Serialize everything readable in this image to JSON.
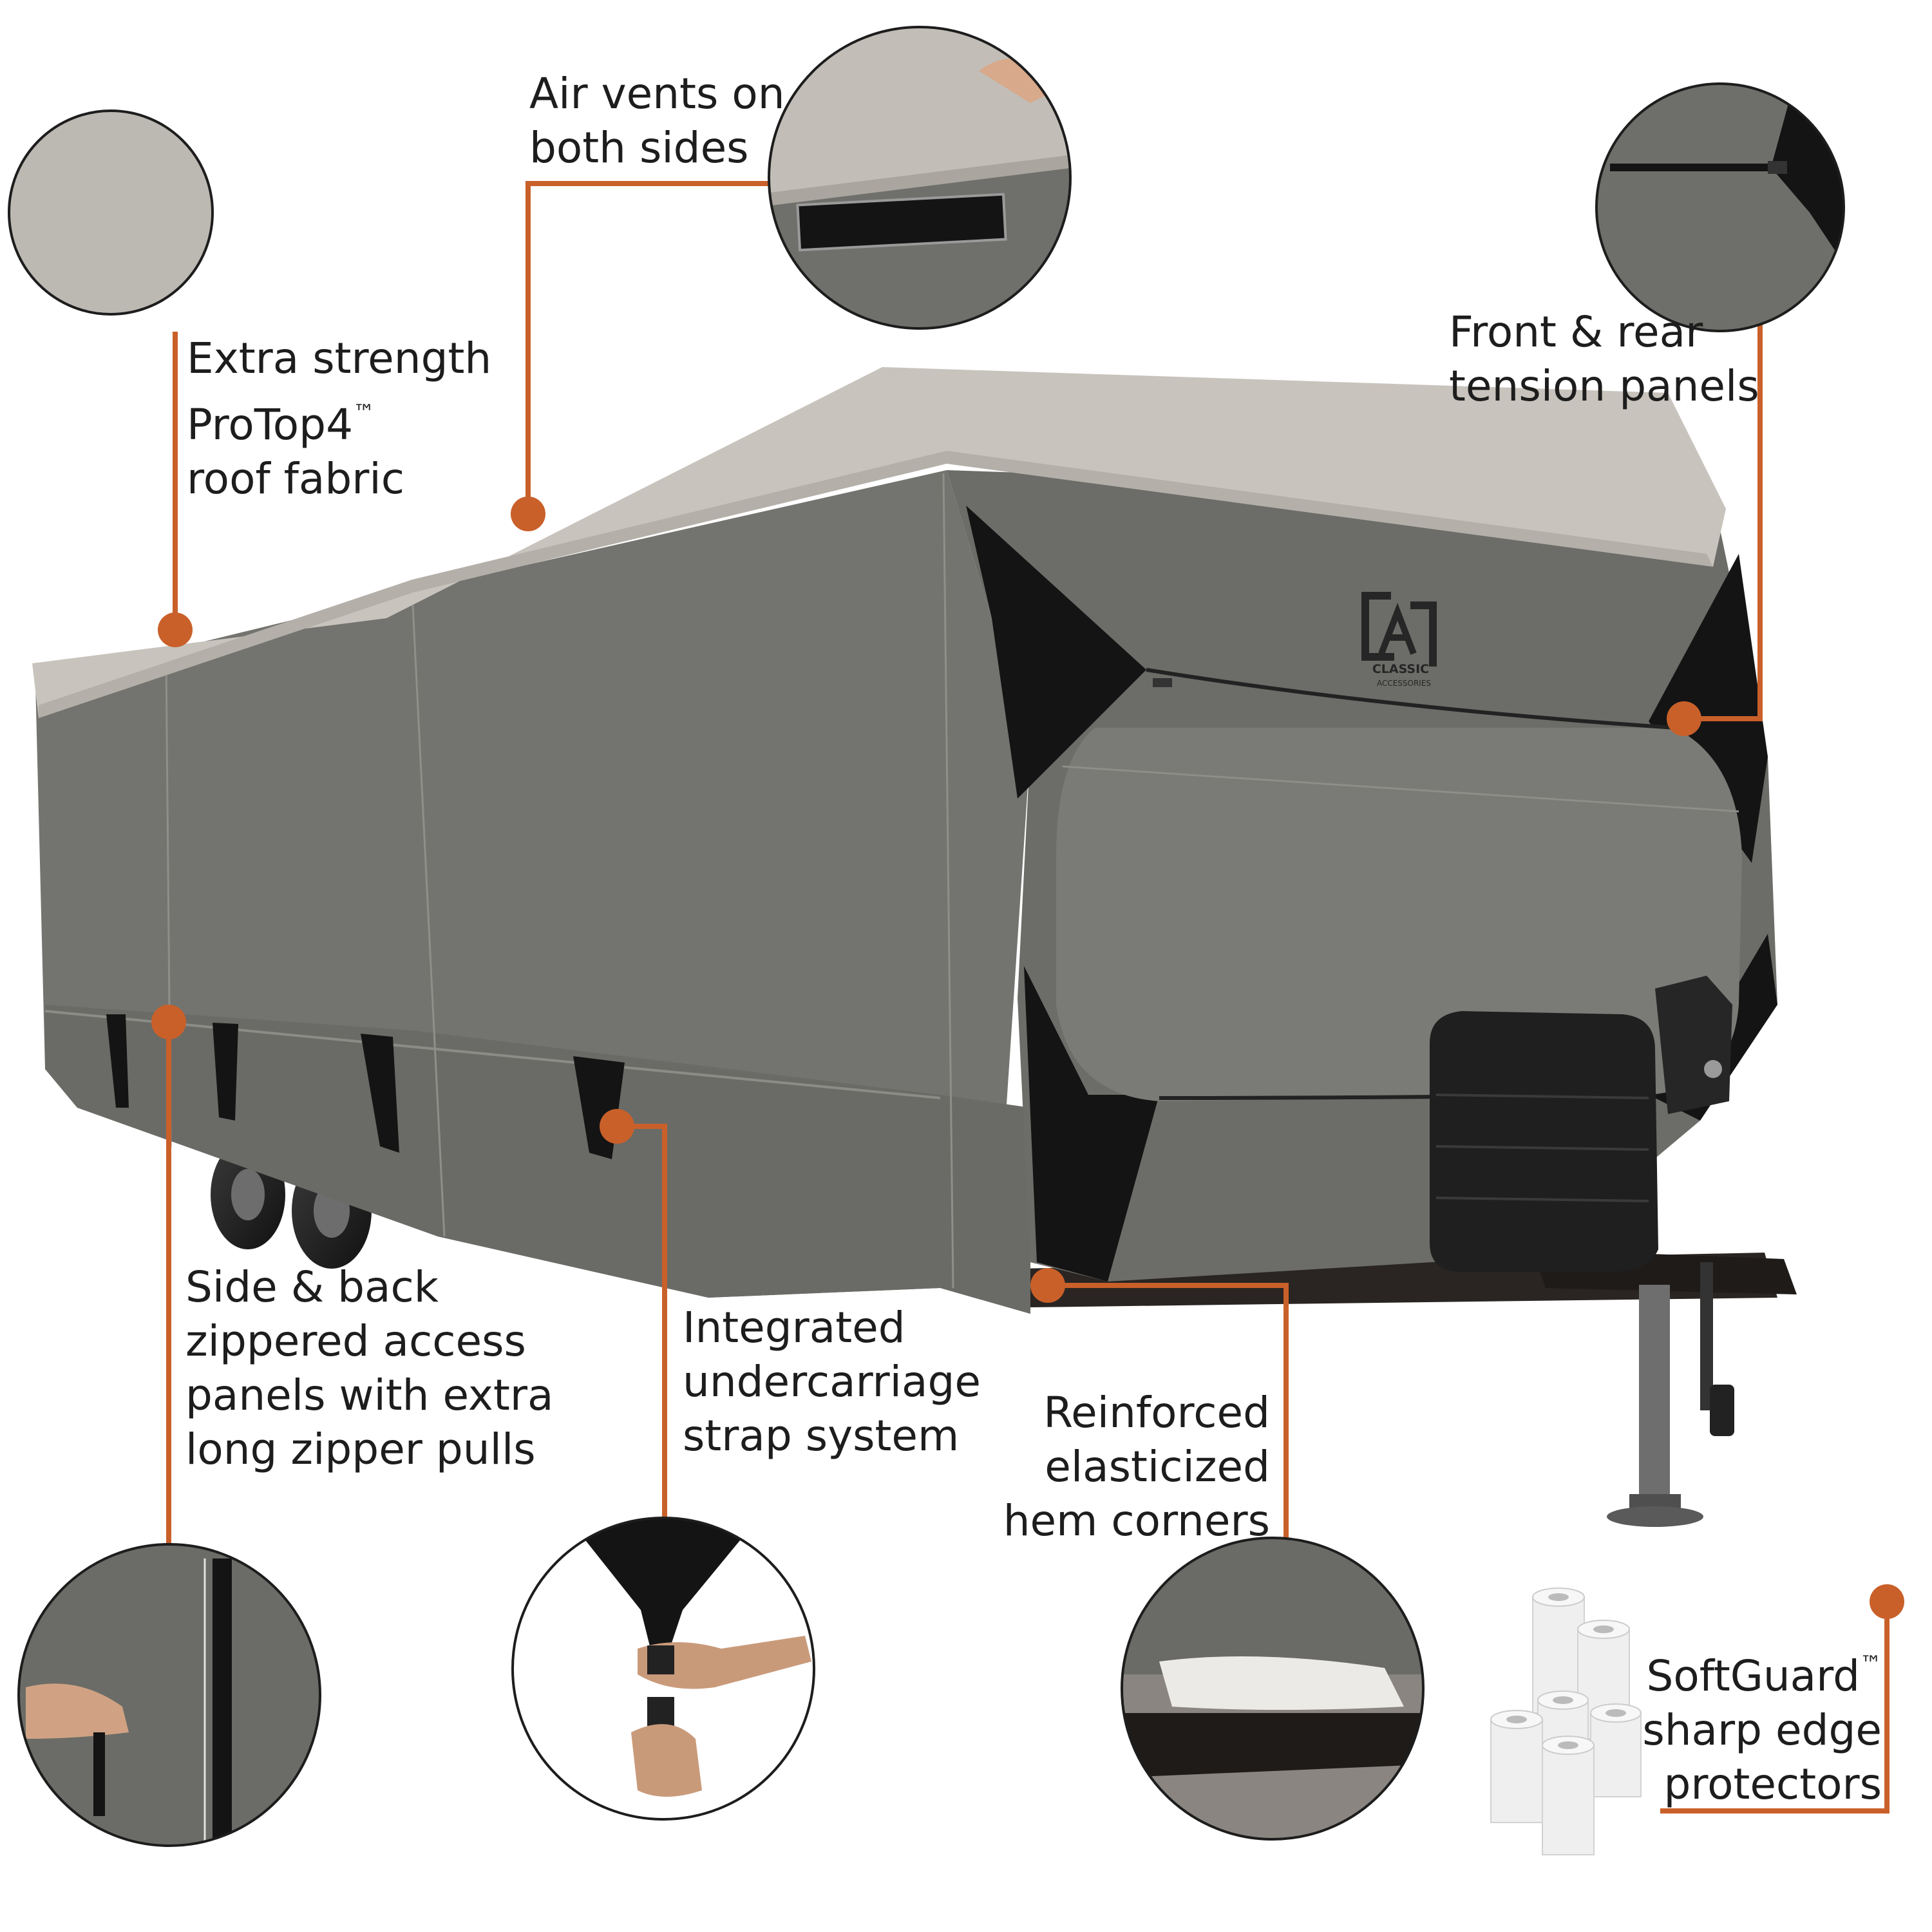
{
  "colors": {
    "callout": "#c9602a",
    "cover_dark": "#6b6c68",
    "cover_mid": "#7b7c78",
    "roof": "#c6c1ba",
    "panel_black": "#1a1a1a",
    "text": "#1d1d1d"
  },
  "logo": {
    "brand_line1": "CLASSIC",
    "brand_line2": "ACCESSORIES"
  },
  "callouts": {
    "roof_fabric": {
      "line1": "Extra strength",
      "line2": "ProTop4",
      "tm": "™",
      "line3": "roof fabric"
    },
    "air_vents": {
      "line1": "Air vents on",
      "line2": "both sides"
    },
    "tension_panels": {
      "line1": "Front & rear",
      "line2": "tension panels"
    },
    "access_panels": {
      "line1": "Side & back",
      "line2": "zippered access",
      "line3": "panels with extra",
      "line4": "long zipper pulls"
    },
    "strap_system": {
      "line1": "Integrated",
      "line2": "undercarriage",
      "line3": "strap system"
    },
    "hem_corners": {
      "line1": "Reinforced",
      "line2": "elasticized",
      "line3": "hem corners"
    },
    "softguard": {
      "line1": "SoftGuard",
      "tm": "™",
      "line2": "sharp edge",
      "line3": "protectors"
    }
  }
}
